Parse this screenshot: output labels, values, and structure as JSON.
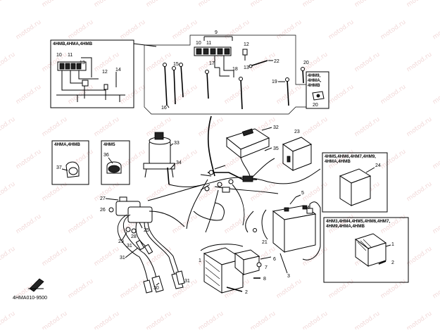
{
  "watermark": "motod.ru",
  "part_numbers": {
    "p1": "1",
    "p2": "2",
    "p3": "3",
    "p4": "4",
    "p5": "5",
    "p6": "6",
    "p7": "7",
    "p8": "8",
    "p9": "9",
    "p10": "10",
    "p11": "11",
    "p12": "12",
    "p13": "13",
    "p14": "14",
    "p15": "15",
    "p16": "16",
    "p17": "17",
    "p18": "18",
    "p19": "19",
    "p20": "20",
    "p21": "21",
    "p22": "22",
    "p23": "23",
    "p24": "24",
    "p25": "25",
    "p26": "26",
    "p27": "27",
    "p28": "28",
    "p29": "29",
    "p30": "30",
    "p31": "31",
    "p32": "32",
    "p33": "33",
    "p34": "34",
    "p35": "35",
    "p36": "36",
    "p37": "37"
  },
  "callouts": {
    "inset_top_left": "4HMB,4HMA,4HMB",
    "inset_4hm9_a": "4HM9,",
    "inset_4hm9_b": "4HMA,",
    "inset_4hm9_c": "4HMB",
    "inset_4hma_4hmb": "4HMA,4HMB",
    "inset_4hm5": "4HM5",
    "inset_right_a": "4HM5,4HM6,4HM7,4HM9,",
    "inset_right_b": "4HMA,4HMB",
    "inset_reg_a": "4HM3,4HM4,4HM5,4HM6,4HM7,",
    "inset_reg_b": "4HM9,4HMA,4HMB"
  },
  "footer_code": "4HMA010-9500"
}
